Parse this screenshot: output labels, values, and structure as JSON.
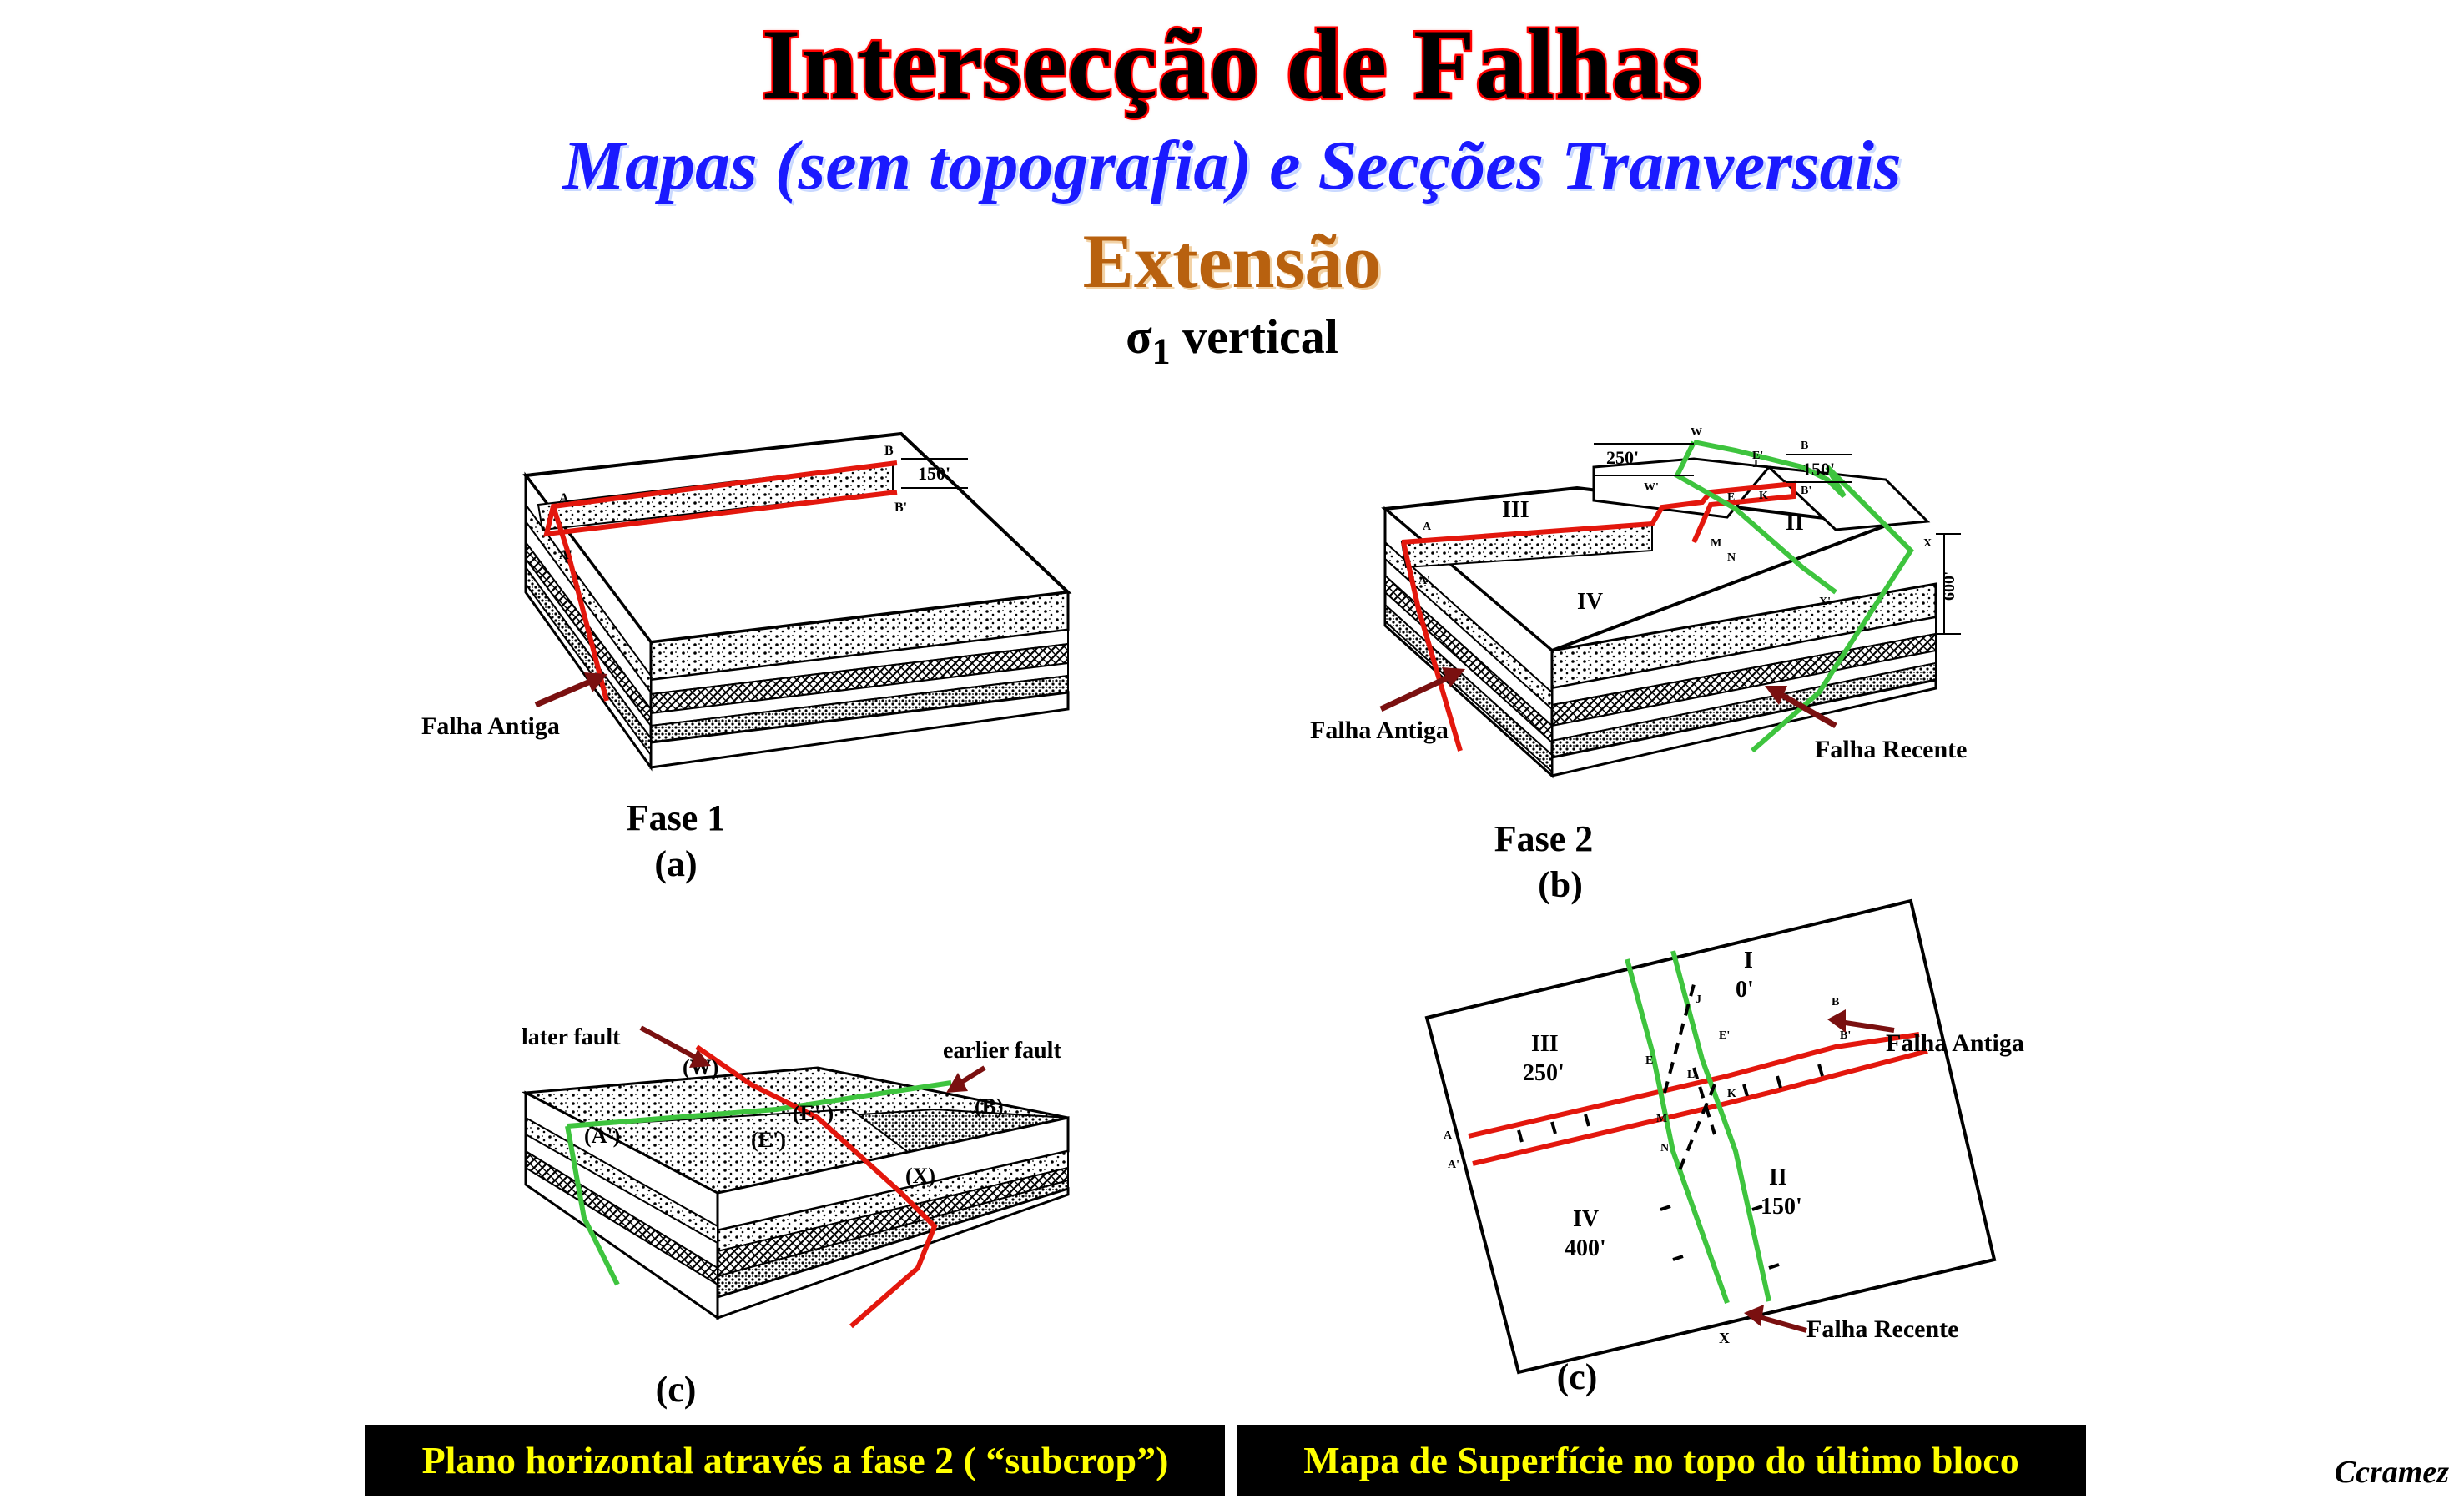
{
  "header": {
    "title": "Intersecção de Falhas",
    "subtitle": "Mapas (sem topografia) e Secções Tranversais",
    "regime": "Extensão",
    "stress_symbol": "σ",
    "stress_index": "1",
    "stress_text": "vertical"
  },
  "panel_a": {
    "phase": "Fase 1",
    "letter": "(a)",
    "fault_label": "Falha Antiga",
    "throw": "150'",
    "points": {
      "A": "A",
      "A_prime": "A'",
      "B": "B",
      "B_prime": "B'"
    }
  },
  "panel_b": {
    "phase": "Fase 2",
    "letter": "(b)",
    "old_fault_label": "Falha Antiga",
    "new_fault_label": "Falha Recente",
    "throw_left": "250'",
    "throw_right": "150'",
    "thickness": "600'",
    "blocks": {
      "II": "II",
      "III": "III",
      "IV": "IV"
    },
    "points": {
      "W": "W",
      "W_prime": "W'",
      "E": "E",
      "E_prime": "E'",
      "B": "B",
      "B_prime": "B'",
      "A": "A",
      "A_prime": "A'",
      "M": "M",
      "N": "N",
      "X": "X",
      "X_prime": "X'",
      "K": "K",
      "J": "J"
    }
  },
  "panel_c1": {
    "letter": "(c)",
    "later_fault": "later fault",
    "earlier_fault": "earlier fault",
    "points": {
      "W": "(W)",
      "B": "(B)",
      "A_prime": "(A')",
      "E_prime": "(E')",
      "E_dprime": "(E'')",
      "X": "(X)"
    }
  },
  "panel_c2": {
    "letter": "(c)",
    "old_fault_label": "Falha Antiga",
    "new_fault_label": "Falha Recente",
    "blocks": [
      {
        "name": "I",
        "depth": "0'"
      },
      {
        "name": "III",
        "depth": "250'"
      },
      {
        "name": "II",
        "depth": "150'"
      },
      {
        "name": "IV",
        "depth": "400'"
      }
    ],
    "points": {
      "A": "A",
      "A_prime": "A'",
      "B": "B",
      "B_prime": "B'",
      "J": "J",
      "E": "E",
      "E_prime": "E'",
      "L": "L",
      "K": "K",
      "M": "M",
      "N": "N",
      "X": "X"
    }
  },
  "banners": {
    "left": "Plano horizontal através a fase 2 ( “subcrop”)",
    "right": "Mapa de Superfície no topo do último bloco"
  },
  "credit": "Ccramez",
  "colors": {
    "old_fault": "#e3170d",
    "new_fault": "#3ec43e",
    "arrow": "#7a1010",
    "title_outline": "#ff0000",
    "subtitle": "#1a1aff",
    "regime": "#b8610f",
    "banner_text": "#ffff00"
  }
}
